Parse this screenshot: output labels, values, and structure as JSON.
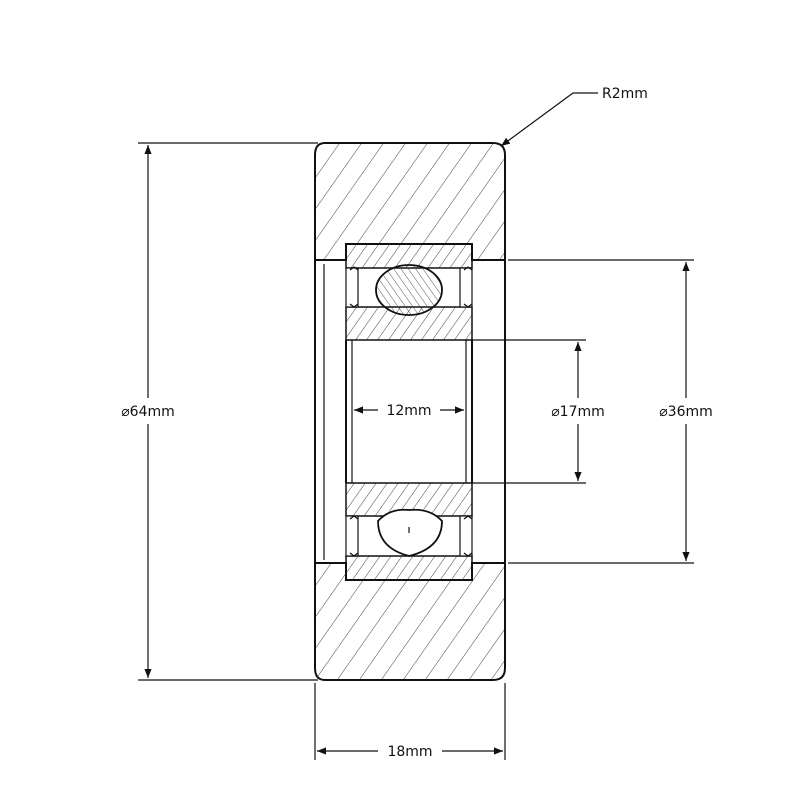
{
  "dimensions": {
    "radius": "R2mm",
    "outer_diameter": "⌀64mm",
    "bearing_outer_diameter": "⌀36mm",
    "bore_diameter": "⌀17mm",
    "bearing_width": "12mm",
    "total_width": "18mm"
  },
  "colors": {
    "line": "#111111",
    "background": "#ffffff"
  }
}
